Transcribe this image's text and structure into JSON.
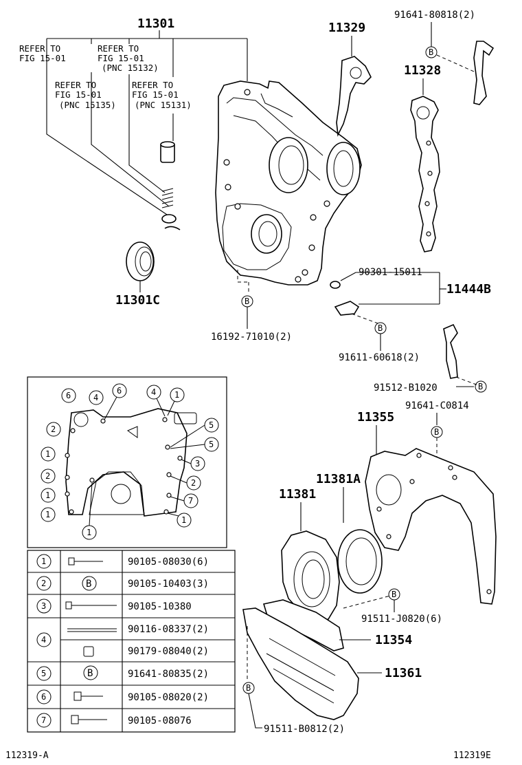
{
  "diagram": {
    "parts": {
      "p11301": "11301",
      "p11329": "11329",
      "p91641_80818": "91641-80818(2)",
      "p11328": "11328",
      "p90301_15011": "90301-15011",
      "p11444B": "11444B",
      "p11301C": "11301C",
      "p16192": "16192-71010(2)",
      "p91611": "91611-60618(2)",
      "p91512": "91512-B1020",
      "p91641_C0814": "91641-C0814",
      "p11355": "11355",
      "p11381A": "11381A",
      "p11381": "11381",
      "p91511_J0820": "91511-J0820(6)",
      "p11354": "11354",
      "p11361": "11361",
      "p91511_B0812": "91511-B0812(2)"
    },
    "refer": {
      "r1a": "REFER TO",
      "r1b": "FIG 15-01",
      "r2a": "REFER TO",
      "r2b": "FIG 15-01",
      "r2c": "(PNC 15132)",
      "r3a": "REFER TO",
      "r3b": "FIG 15-01",
      "r3c": "(PNC 15135)",
      "r4a": "REFER TO",
      "r4b": "FIG 15-01",
      "r4c": "(PNC 15131)"
    },
    "b_marker": "B",
    "callouts": {
      "c6a": "6",
      "c4a": "4",
      "c6b": "6",
      "c4b": "4",
      "c1a": "1",
      "c2a": "2",
      "c5a": "5",
      "c5b": "5",
      "c1b": "1",
      "c3a": "3",
      "c2b": "2",
      "c2c": "2",
      "c1c": "1",
      "c7a": "7",
      "c1d": "1",
      "c1e": "1",
      "c1f": "1"
    },
    "bolt_table": [
      {
        "key": "1",
        "parts": [
          "90105-08030(6)"
        ]
      },
      {
        "key": "2",
        "parts": [
          "90105-10403(3)"
        ]
      },
      {
        "key": "3",
        "parts": [
          "90105-10380"
        ]
      },
      {
        "key": "4",
        "parts": [
          "90116-08337(2)",
          "90179-08040(2)"
        ]
      },
      {
        "key": "5",
        "parts": [
          "91641-80835(2)"
        ]
      },
      {
        "key": "6",
        "parts": [
          "90105-08020(2)"
        ]
      },
      {
        "key": "7",
        "parts": [
          "90105-08076"
        ]
      }
    ],
    "footer_left": "112319-A",
    "footer_right": "112319E"
  }
}
